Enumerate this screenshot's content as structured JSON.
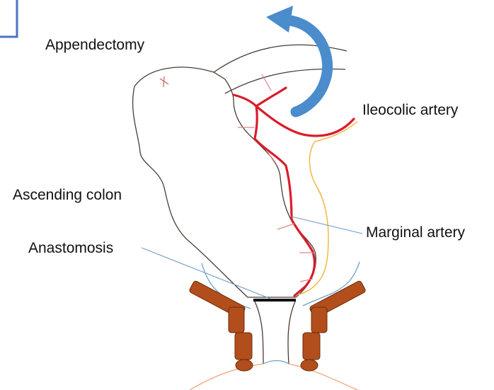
{
  "labels": {
    "appendectomy": "Appendectomy",
    "ileocolic_artery": "Ileocolic artery",
    "ascending_colon": "Ascending colon",
    "marginal_artery": "Marginal artery",
    "anastomosis": "Anastomosis"
  },
  "icons": {
    "rotation_arrow": "curved-rotation-arrow"
  },
  "colors": {
    "outline": "#4a3b38",
    "artery": "#d91c2a",
    "vessel_ring": "#d98a85",
    "yellow_vessel": "#f2b338",
    "leader_line": "#6f9fcb",
    "arrow": "#4a8ccc",
    "muscle": "#b24e1c",
    "muscle_edge": "#6b2c0c",
    "frame": "#4a76c0"
  }
}
